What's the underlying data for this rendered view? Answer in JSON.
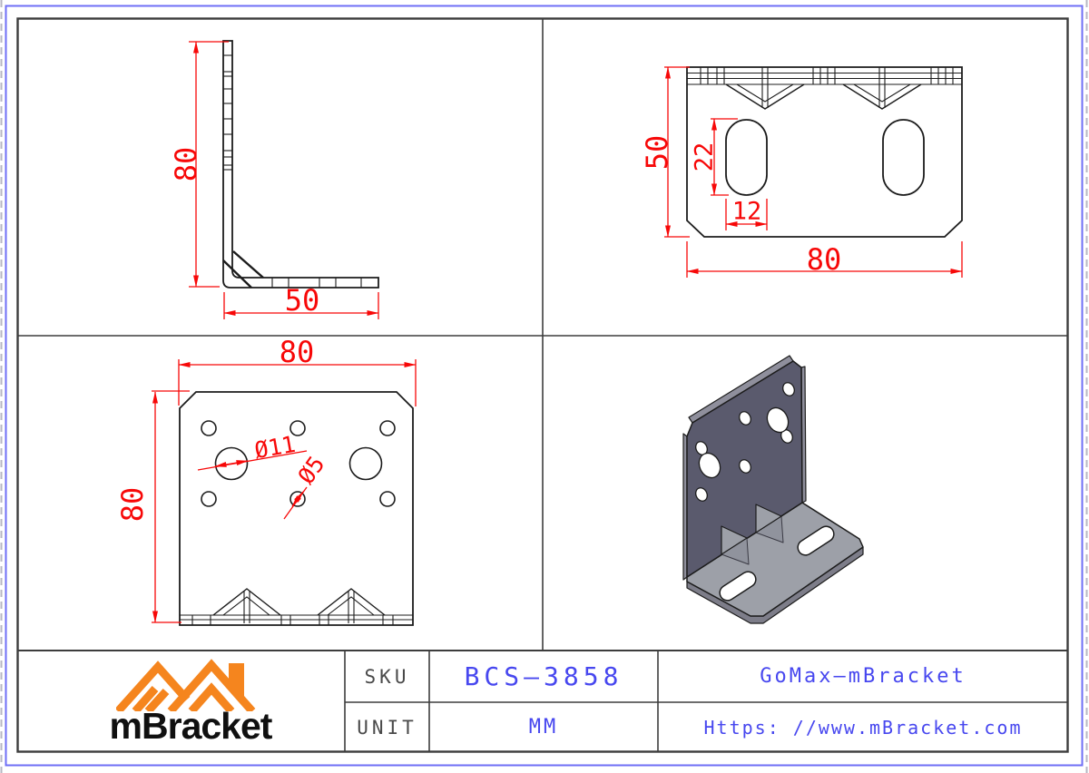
{
  "sheet": {
    "background": "#ffffff",
    "outer_dashed_color": "#b7b7c3",
    "border_color": "#6f6ff6",
    "frame_color": "#3d3d3d",
    "line_color": "#1c1c1c",
    "dim_color": "#f70808"
  },
  "views": {
    "side": {
      "height_dim": "80",
      "width_dim": "50"
    },
    "top": {
      "depth_dim": "50",
      "slot_length_dim": "22",
      "slot_width_dim": "12",
      "width_dim": "80"
    },
    "front": {
      "width_dim": "80",
      "height_dim": "80",
      "large_hole_dim": "Ø11",
      "small_hole_dim": "Ø5"
    },
    "iso": {
      "face_dark": "#5a5a6d",
      "face_light": "#9da0a8"
    }
  },
  "title_block": {
    "logo": {
      "text": "mBracket",
      "color": "#f5851e"
    },
    "sku_label": "SKU",
    "sku_value": "BCS—3858",
    "product_name": "GoMax—mBracket",
    "unit_label": "UNIT",
    "unit_value": "MM",
    "website": "Https: //www.mBracket.com",
    "value_color": "#4747ef",
    "label_color": "#4a4a4a"
  }
}
